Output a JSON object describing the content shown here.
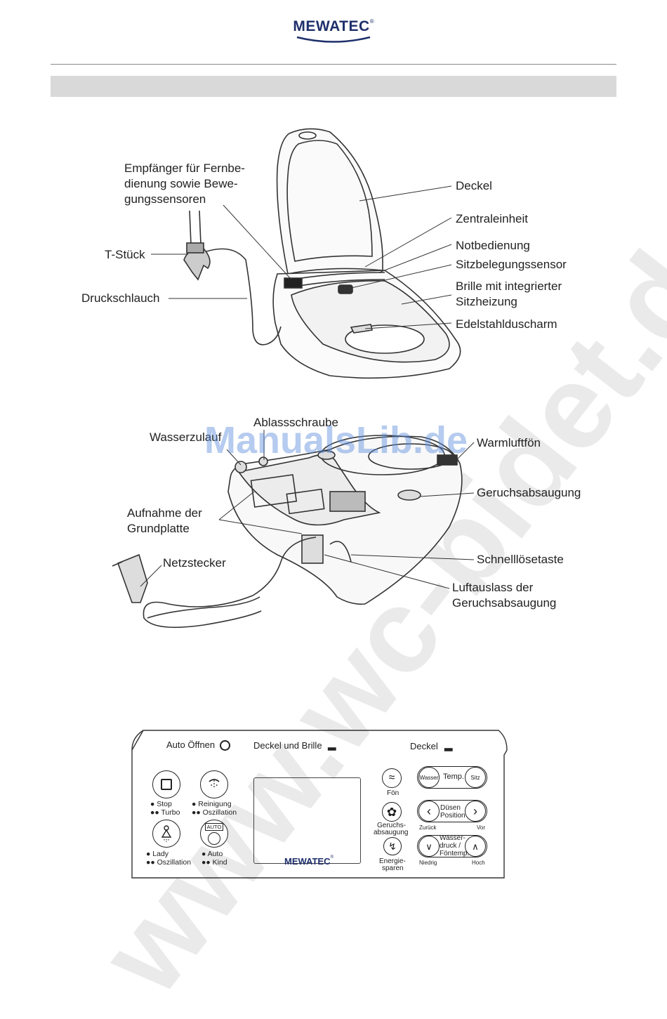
{
  "header": {
    "brand": "MEWATEC",
    "reg": "®"
  },
  "watermarks": {
    "center": "ManualsLib.de",
    "diagonal": "www.wc-bidet.de"
  },
  "figure_top": {
    "labels": {
      "receiver_line1": "Empfänger für Fernbe-",
      "receiver_line2": "dienung sowie Bewe-",
      "receiver_line3": "gungssensoren",
      "t_piece": "T-Stück",
      "hose": "Druckschlauch",
      "lid": "Deckel",
      "central_unit": "Zentraleinheit",
      "emergency": "Notbedienung",
      "seat_sensor": "Sitzbelegungssensor",
      "seat_line1": "Brille mit integrierter",
      "seat_line2": "Sitzheizung",
      "nozzle": "Edelstahlduscharm"
    }
  },
  "figure_bottom": {
    "labels": {
      "drain_screw": "Ablassschraube",
      "water_inlet": "Wasserzulauf",
      "warm_air": "Warmluftfön",
      "odor": "Geruchsabsaugung",
      "base_line1": "Aufnahme der",
      "base_line2": "Grundplatte",
      "plug": "Netzstecker",
      "quick_release": "Schnelllösetaste",
      "outlet_line1": "Luftauslass der",
      "outlet_line2": "Geruchsabsaugung"
    }
  },
  "remote_panel": {
    "auto_open": "Auto Öffnen",
    "lid_and_seat": "Deckel und Brille",
    "lid": "Deckel",
    "stop_l1": "● Stop",
    "stop_l2": "●● Turbo",
    "clean_l1": "● Reinigung",
    "clean_l2": "●● Oszillation",
    "lady_l1": "● Lady",
    "lady_l2": "●● Oszillation",
    "auto_badge": "AUTO",
    "auto_l1": "● Auto",
    "auto_l2": "●● Kind",
    "dryer": "Fön",
    "odor_l1": "Geruchs-",
    "odor_l2": "absaugung",
    "energy_l1": "Energie-",
    "energy_l2": "sparen",
    "water": "Wasser",
    "temp": "Temp.",
    "seat": "Sitz",
    "nozzle_l1": "Düsen",
    "nozzle_l2": "Position",
    "back": "Zurück",
    "forward": "Vor",
    "pressure_l1": "Wasser-",
    "pressure_l2": "druck /",
    "pressure_l3": "Föntemp.",
    "low": "Niedrig",
    "high": "Hoch",
    "brand": "MEWATEC",
    "reg": "®"
  }
}
